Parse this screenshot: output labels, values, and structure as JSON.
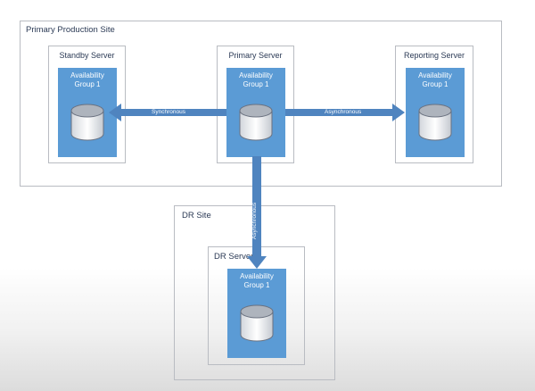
{
  "sites": {
    "primary": {
      "label": "Primary Production Site"
    },
    "dr": {
      "label": "DR Site"
    }
  },
  "servers": {
    "standby": {
      "label": "Standby Server",
      "group_line1": "Availability",
      "group_line2": "Group 1"
    },
    "primary": {
      "label": "Primary Server",
      "group_line1": "Availability",
      "group_line2": "Group 1"
    },
    "reporting": {
      "label": "Reporting Server",
      "group_line1": "Availability",
      "group_line2": "Group 1"
    },
    "dr": {
      "label": "DR Server",
      "group_line1": "Availability",
      "group_line2": "Group 1"
    }
  },
  "connections": {
    "to_standby": "Synchronous",
    "to_reporting": "Asynchronous",
    "to_dr": "Asynchronous"
  },
  "colors": {
    "group_fill": "#5b9bd5",
    "arrow": "#4f84bf",
    "border": "#b9bcc2",
    "text": "#2b3a55"
  },
  "icons": {
    "database": "database-cylinder-icon"
  }
}
